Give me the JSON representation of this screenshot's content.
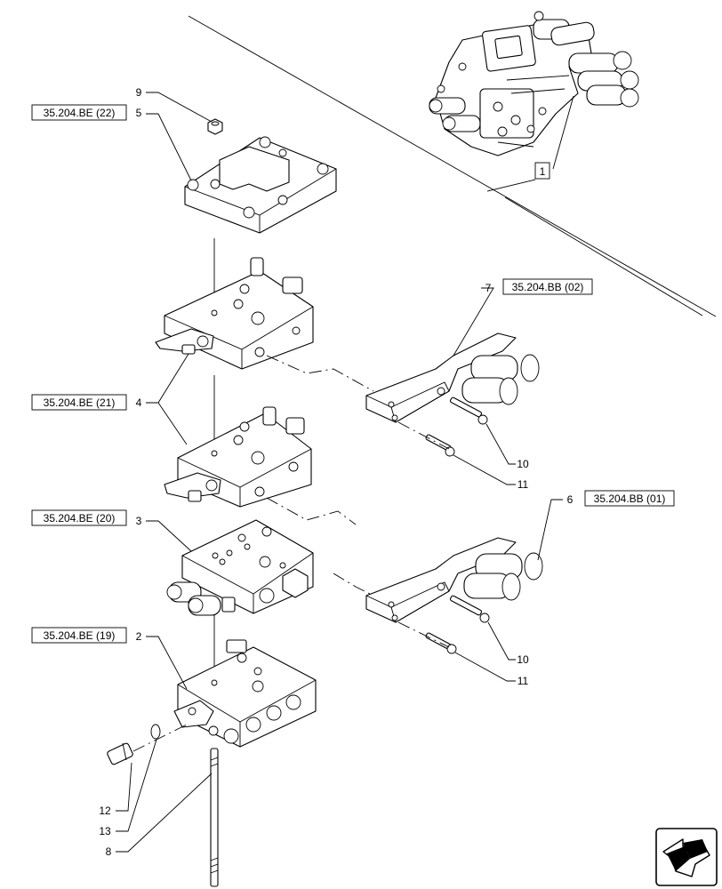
{
  "references": {
    "r22": "35.204.BE (22)",
    "r21": "35.204.BE (21)",
    "r20": "35.204.BE (20)",
    "r19": "35.204.BE (19)",
    "bb02": "35.204.BB (02)",
    "bb01": "35.204.BB (01)"
  },
  "callouts": {
    "c1": "1",
    "c2": "2",
    "c3": "3",
    "c4": "4",
    "c5": "5",
    "c6": "6",
    "c7": "7",
    "c8": "8",
    "c9": "9",
    "c10a": "10",
    "c10b": "10",
    "c11a": "11",
    "c11b": "11",
    "c12": "12",
    "c13": "13"
  },
  "icons": {
    "nav": "navigate-back-arrow-icon"
  }
}
